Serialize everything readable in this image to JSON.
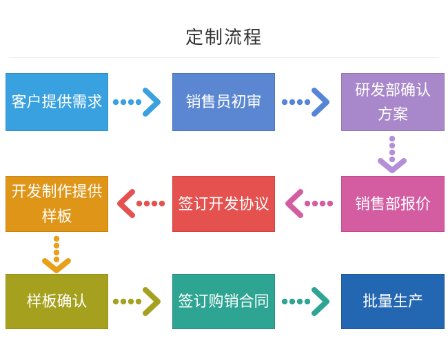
{
  "page": {
    "title": "定制流程",
    "background_color": "#ffffff",
    "title_color": "#333333",
    "divider_color": "#ececec"
  },
  "flow": {
    "boxes": [
      {
        "id": "customer-requirements",
        "label": "客户提供需求",
        "color": "#3aa1e1",
        "border": "#2e8fcb",
        "text_color": "#ffffff"
      },
      {
        "id": "salesperson-initial-review",
        "label": "销售员初审",
        "color": "#5b87d2",
        "border": "#4b75c0",
        "text_color": "#ffffff"
      },
      {
        "id": "rd-confirm-plan",
        "label": "研发部确认\n方案",
        "color": "#a888ca",
        "border": "#9574b8",
        "text_color": "#ffffff"
      },
      {
        "id": "sales-dept-quotation",
        "label": "销售部报价",
        "color": "#d45da2",
        "border": "#c04b90",
        "text_color": "#ffffff"
      },
      {
        "id": "sign-development-agreement",
        "label": "签订开发协议",
        "color": "#e5514e",
        "border": "#d24340",
        "text_color": "#ffffff"
      },
      {
        "id": "dev-make-provide-sample",
        "label": "开发制作提供\n样板",
        "color": "#df9517",
        "border": "#c98410",
        "text_color": "#ffffff"
      },
      {
        "id": "sample-confirmation",
        "label": "样板确认",
        "color": "#a6a01f",
        "border": "#948e16",
        "text_color": "#ffffff"
      },
      {
        "id": "sign-purchase-contract",
        "label": "签订购销合同",
        "color": "#2ea492",
        "border": "#258f7f",
        "text_color": "#ffffff"
      },
      {
        "id": "mass-production",
        "label": "批量生产",
        "color": "#2366b2",
        "border": "#1c569b",
        "text_color": "#ffffff"
      }
    ],
    "arrows": [
      {
        "id": "a1",
        "direction": "right",
        "from": "客户提供需求",
        "to": "销售员初审",
        "color": "#3aa1e1"
      },
      {
        "id": "a2",
        "direction": "right",
        "from": "销售员初审",
        "to": "研发部确认方案",
        "color": "#5585d8"
      },
      {
        "id": "a3",
        "direction": "down",
        "from": "研发部确认方案",
        "to": "销售部报价",
        "color": "#b38fd8"
      },
      {
        "id": "a4",
        "direction": "left",
        "from": "销售部报价",
        "to": "签订开发协议",
        "color": "#d45da2"
      },
      {
        "id": "a5",
        "direction": "left",
        "from": "签订开发协议",
        "to": "开发制作提供样板",
        "color": "#e5514e"
      },
      {
        "id": "a6",
        "direction": "down",
        "from": "开发制作提供样板",
        "to": "样板确认",
        "color": "#e7a018"
      },
      {
        "id": "a7",
        "direction": "right",
        "from": "样板确认",
        "to": "签订购销合同",
        "color": "#a6a01f"
      },
      {
        "id": "a8",
        "direction": "right",
        "from": "签订购销合同",
        "to": "批量生产",
        "color": "#2ea492"
      }
    ]
  }
}
